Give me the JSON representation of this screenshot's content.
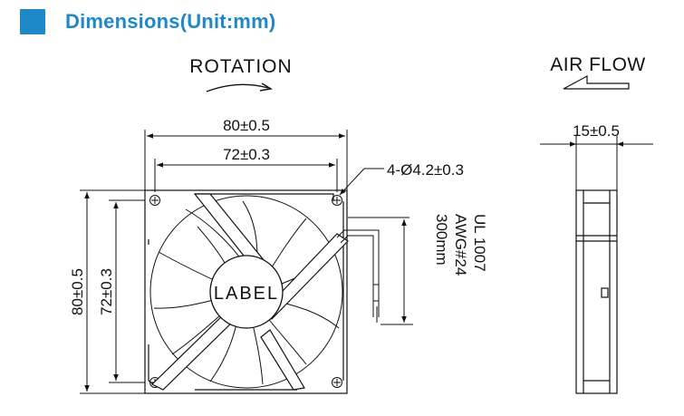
{
  "header": {
    "title": "Dimensions(Unit:mm)"
  },
  "front_view": {
    "rotation_label": "ROTATION",
    "overall_width": "80±0.5",
    "hole_spacing_width": "72±0.3",
    "overall_height": "80±0.5",
    "hole_spacing_height": "72±0.3",
    "mounting_holes": "4-Ø4.2±0.3",
    "hub_label": "LABEL"
  },
  "cable": {
    "spec_line1": "UL 1007",
    "spec_line2": "AWG#24",
    "spec_line3": "300mm"
  },
  "side_view": {
    "airflow_label": "AIR FLOW",
    "thickness": "15±0.5"
  },
  "colors": {
    "accent": "#1e88c8",
    "line": "#111111"
  }
}
